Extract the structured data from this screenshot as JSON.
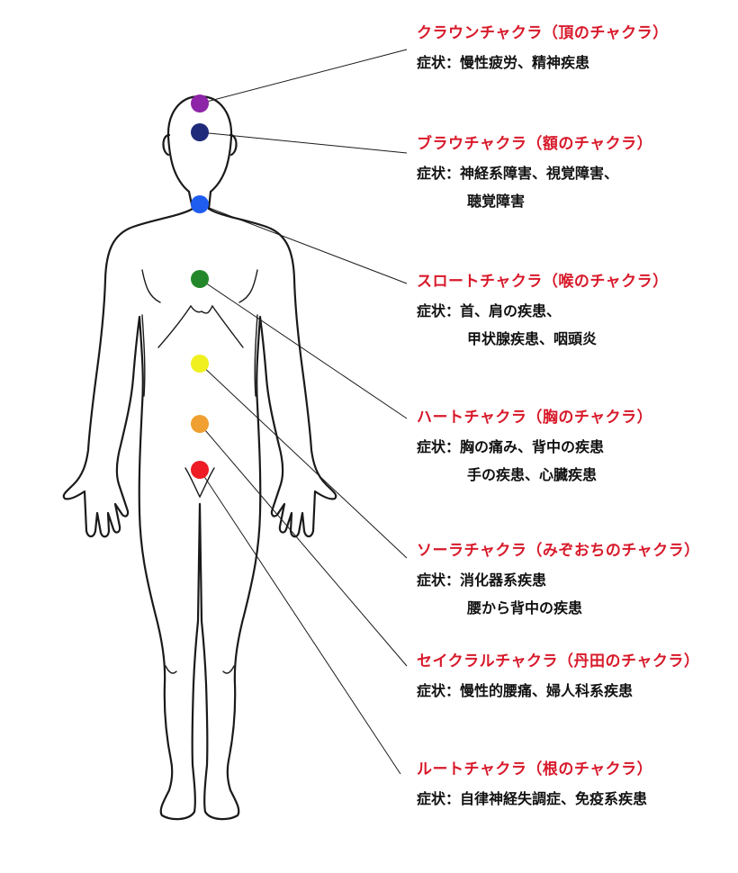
{
  "symptom_prefix": "症状：",
  "chakras": [
    {
      "id": "crown",
      "color": "#8e24a8",
      "title": "クラウンチャクラ（頂のチャクラ）",
      "symptoms": [
        "慢性疲労、精神疾患"
      ]
    },
    {
      "id": "brow",
      "color": "#1f2a7a",
      "title": "ブラウチャクラ（額のチャクラ）",
      "symptoms": [
        "神経系障害、視覚障害、",
        "聴覚障害"
      ]
    },
    {
      "id": "throat",
      "color": "#1f5cf0",
      "title": "スロートチャクラ（喉のチャクラ）",
      "symptoms": [
        "首、肩の疾患、",
        "甲状腺疾患、咽頭炎"
      ]
    },
    {
      "id": "heart",
      "color": "#24882a",
      "title": "ハートチャクラ（胸のチャクラ）",
      "symptoms": [
        "胸の痛み、背中の疾患",
        "手の疾患、心臓疾患"
      ]
    },
    {
      "id": "solar",
      "color": "#f0f020",
      "title": "ソーラチャクラ（みぞおちのチャクラ）",
      "symptoms": [
        "消化器系疾患",
        "腰から背中の疾患"
      ]
    },
    {
      "id": "sacral",
      "color": "#f0a030",
      "title": "セイクラルチャクラ（丹田のチャクラ）",
      "symptoms": [
        "慢性的腰痛、婦人科系疾患"
      ]
    },
    {
      "id": "root",
      "color": "#ee1c24",
      "title": "ルートチャクラ（根のチャクラ）",
      "symptoms": [
        "自律神経失調症、免疫系疾患"
      ]
    }
  ]
}
